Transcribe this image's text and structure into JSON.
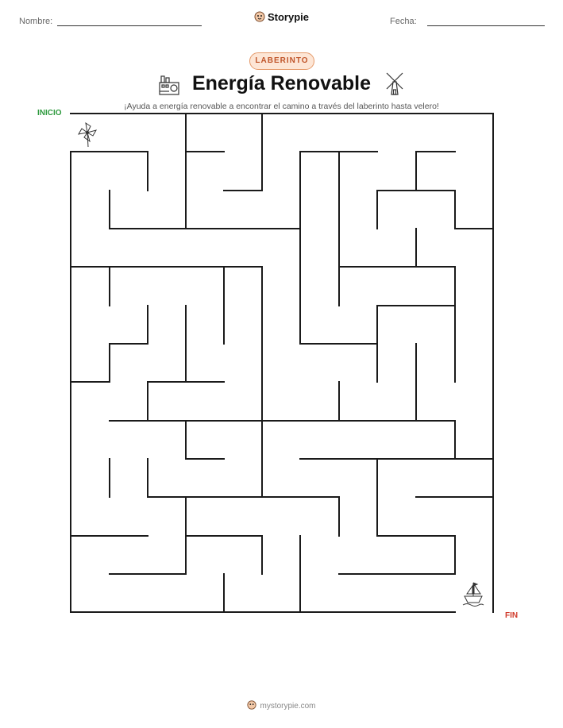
{
  "header": {
    "name_label": "Nombre:",
    "date_label": "Fecha:",
    "brand": "Storypie"
  },
  "badge": "LABERINTO",
  "title": "Energía Renovable",
  "subtitle": "¡Ayuda a energía renovable a encontrar el camino a través del laberinto hasta velero!",
  "maze": {
    "start_label": "INICIO",
    "end_label": "FIN",
    "start_icon": "pinwheel-icon",
    "end_icon": "sailboat-icon"
  },
  "title_icons": [
    "power-plant-icon",
    "windmill-icon"
  ],
  "footer": {
    "site": "mystorypie.com"
  },
  "colors": {
    "badge_bg": "#fde6d6",
    "badge_text": "#c0552a",
    "start": "#2e9a3e",
    "end": "#d03a2a"
  }
}
